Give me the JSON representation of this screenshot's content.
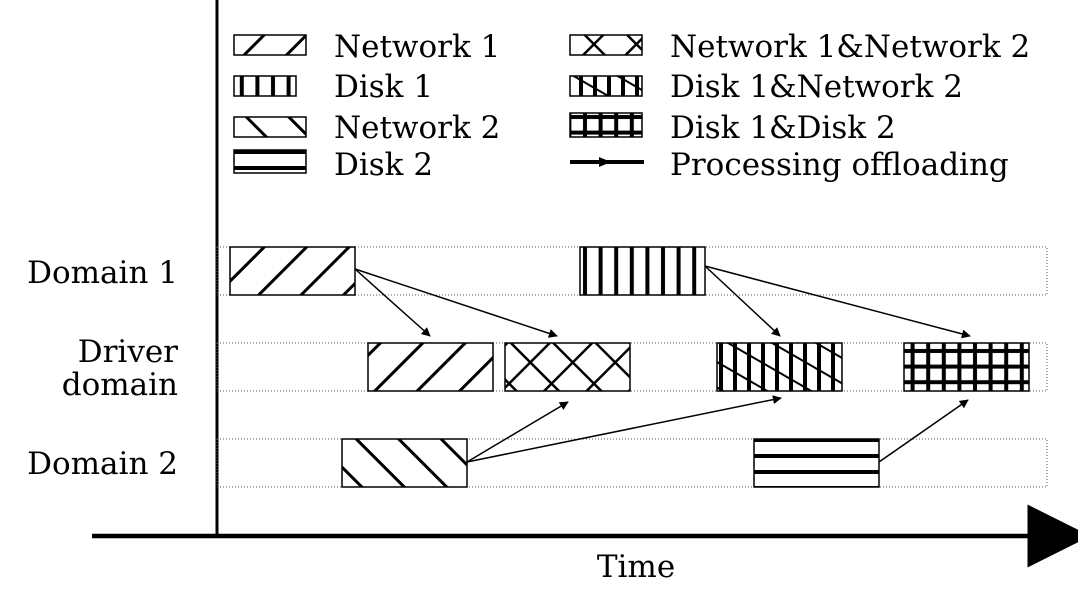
{
  "legend": {
    "left": [
      {
        "pattern": "pat-net1",
        "label": "Network 1"
      },
      {
        "pattern": "pat-disk1",
        "label": "Disk 1"
      },
      {
        "pattern": "pat-net2",
        "label": "Network 2"
      },
      {
        "pattern": "pat-disk2",
        "label": "Disk 2"
      }
    ],
    "right": [
      {
        "pattern": "pat-net1net2",
        "label": "Network 1&Network 2"
      },
      {
        "pattern": "pat-disk1net2",
        "label": "Disk 1&Network 2"
      },
      {
        "pattern": "pat-disk1disk2",
        "label": "Disk 1&Disk 2"
      },
      {
        "pattern": "arrow",
        "label": "Processing offloading"
      }
    ]
  },
  "rows": {
    "domain1": "Domain 1",
    "driver_line1": "Driver",
    "driver_line2": "domain",
    "domain2": "Domain 2"
  },
  "axis": {
    "x_label": "Time"
  },
  "blocks": [
    {
      "row": "domain1",
      "pattern": "pat-net1",
      "activity": "Network 1"
    },
    {
      "row": "domain1",
      "pattern": "pat-disk1",
      "activity": "Disk 1"
    },
    {
      "row": "driver",
      "pattern": "pat-net1",
      "activity": "Network 1"
    },
    {
      "row": "driver",
      "pattern": "pat-net1net2",
      "activity": "Network 1&Network 2"
    },
    {
      "row": "driver",
      "pattern": "pat-disk1net2",
      "activity": "Disk 1&Network 2"
    },
    {
      "row": "driver",
      "pattern": "pat-disk1disk2",
      "activity": "Disk 1&Disk 2"
    },
    {
      "row": "domain2",
      "pattern": "pat-net2",
      "activity": "Network 2"
    },
    {
      "row": "domain2",
      "pattern": "pat-disk2",
      "activity": "Disk 2"
    }
  ]
}
